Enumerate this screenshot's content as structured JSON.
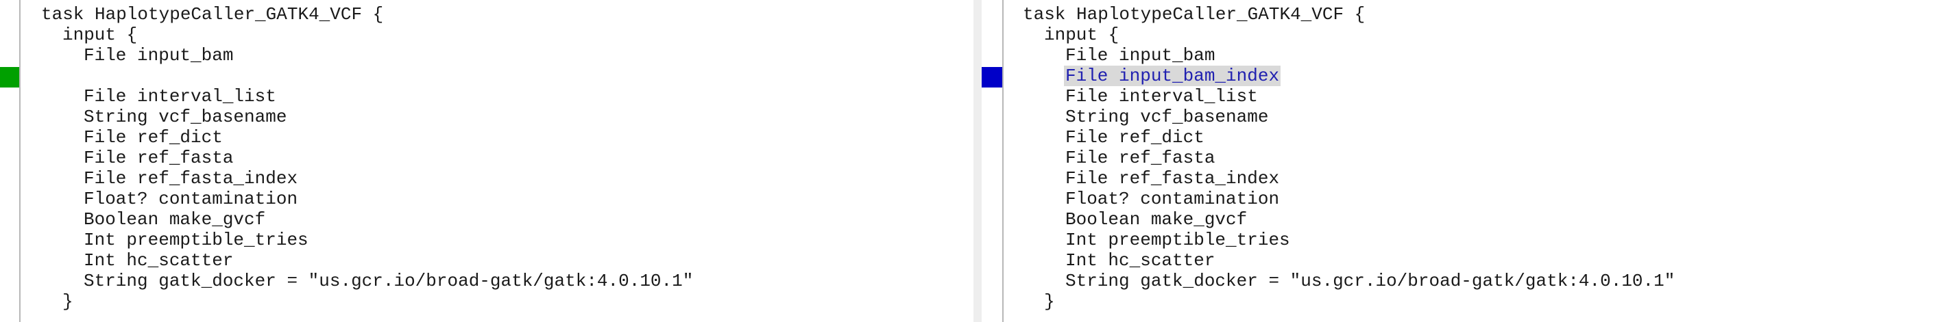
{
  "left_pane": {
    "lines": [
      {
        "indent": 0,
        "text": "task HaplotypeCaller_GATK4_VCF {",
        "status": "normal"
      },
      {
        "indent": 1,
        "text": "input {",
        "status": "normal"
      },
      {
        "indent": 2,
        "text": "File input_bam",
        "status": "normal"
      },
      {
        "indent": 2,
        "text": "",
        "status": "added-placeholder"
      },
      {
        "indent": 2,
        "text": "File interval_list",
        "status": "normal"
      },
      {
        "indent": 2,
        "text": "String vcf_basename",
        "status": "normal"
      },
      {
        "indent": 2,
        "text": "File ref_dict",
        "status": "normal"
      },
      {
        "indent": 2,
        "text": "File ref_fasta",
        "status": "normal"
      },
      {
        "indent": 2,
        "text": "File ref_fasta_index",
        "status": "normal"
      },
      {
        "indent": 2,
        "text": "Float? contamination",
        "status": "normal"
      },
      {
        "indent": 2,
        "text": "Boolean make_gvcf",
        "status": "normal"
      },
      {
        "indent": 2,
        "text": "Int preemptible_tries",
        "status": "normal"
      },
      {
        "indent": 2,
        "text": "Int hc_scatter",
        "status": "normal"
      },
      {
        "indent": 2,
        "text": "String gatk_docker = \"us.gcr.io/broad-gatk/gatk:4.0.10.1\"",
        "status": "normal"
      },
      {
        "indent": 1,
        "text": "}",
        "status": "normal"
      }
    ]
  },
  "right_pane": {
    "lines": [
      {
        "indent": 0,
        "text": "task HaplotypeCaller_GATK4_VCF {",
        "status": "normal"
      },
      {
        "indent": 1,
        "text": "input {",
        "status": "normal"
      },
      {
        "indent": 2,
        "text": "File input_bam",
        "status": "normal"
      },
      {
        "indent": 2,
        "text": "File input_bam_index",
        "status": "added"
      },
      {
        "indent": 2,
        "text": "File interval_list",
        "status": "normal"
      },
      {
        "indent": 2,
        "text": "String vcf_basename",
        "status": "normal"
      },
      {
        "indent": 2,
        "text": "File ref_dict",
        "status": "normal"
      },
      {
        "indent": 2,
        "text": "File ref_fasta",
        "status": "normal"
      },
      {
        "indent": 2,
        "text": "File ref_fasta_index",
        "status": "normal"
      },
      {
        "indent": 2,
        "text": "Float? contamination",
        "status": "normal"
      },
      {
        "indent": 2,
        "text": "Boolean make_gvcf",
        "status": "normal"
      },
      {
        "indent": 2,
        "text": "Int preemptible_tries",
        "status": "normal"
      },
      {
        "indent": 2,
        "text": "Int hc_scatter",
        "status": "normal"
      },
      {
        "indent": 2,
        "text": "String gatk_docker = \"us.gcr.io/broad-gatk/gatk:4.0.10.1\"",
        "status": "normal"
      },
      {
        "indent": 1,
        "text": "}",
        "status": "normal"
      }
    ]
  },
  "colors": {
    "added_marker_left": "#00a000",
    "added_marker_right": "#0000c8",
    "highlight_bg": "#d9d9d9",
    "highlight_text": "#2020b0",
    "text": "#1a1a1a"
  }
}
